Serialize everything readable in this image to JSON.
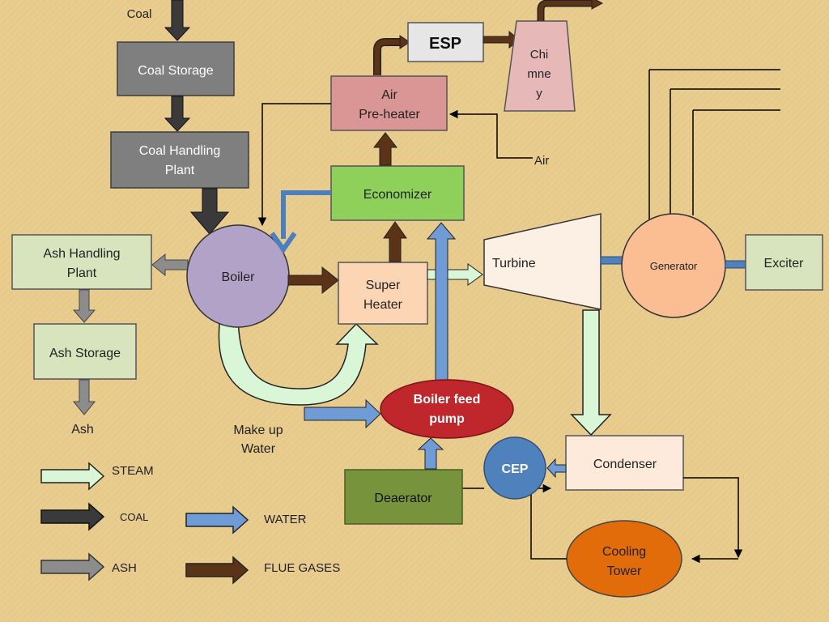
{
  "nodes": {
    "coal_in": "Coal",
    "coal_storage": "Coal Storage",
    "coal_handling_1": "Coal Handling",
    "coal_handling_2": "Plant",
    "esp": "ESP",
    "chimney_1": "Chi",
    "chimney_2": "mne",
    "chimney_3": "y",
    "air_preheater_1": "Air",
    "air_preheater_2": "Pre-heater",
    "air_in": "Air",
    "economizer": "Economizer",
    "ash_handling_1": "Ash Handling",
    "ash_handling_2": "Plant",
    "boiler": "Boiler",
    "super_heater_1": "Super",
    "super_heater_2": "Heater",
    "turbine": "Turbine",
    "generator": "Generator",
    "exciter": "Exciter",
    "ash_storage": "Ash  Storage",
    "ash_out": "Ash",
    "makeup_1": "Make up",
    "makeup_2": "Water",
    "bfp_1": "Boiler feed",
    "bfp_2": "pump",
    "cep": "CEP",
    "condenser": "Condenser",
    "deaerator": "Deaerator",
    "cooling_1": "Cooling",
    "cooling_2": "Tower"
  },
  "legend": [
    {
      "label": "STEAM",
      "color": "#d9f7d6"
    },
    {
      "label": "COAL",
      "color": "#3a3a3a"
    },
    {
      "label": "ASH",
      "color": "#8c8c8c"
    },
    {
      "label": "WATER",
      "color": "#6f9bd6"
    },
    {
      "label": "FLUE GASES",
      "color": "#5b3317"
    }
  ],
  "colors": {
    "background": "#e6c98a",
    "coal": "#3a3a3a",
    "ash": "#8c8c8c",
    "steam": "#d9f7d6",
    "water": "#6f9bd6",
    "flue": "#5b3317",
    "economizer": "#8fd05a",
    "deaerator": "#77933c",
    "boiler": "#b3a2c7",
    "super_heater": "#fcd5b5",
    "generator": "#fbbd92",
    "bfp": "#c0272d",
    "cep": "#4f81bd",
    "cooling": "#e36c0a",
    "ash_box": "#d7e4bd",
    "air_preheater": "#d99694",
    "chimney": "#e6b9b8"
  }
}
